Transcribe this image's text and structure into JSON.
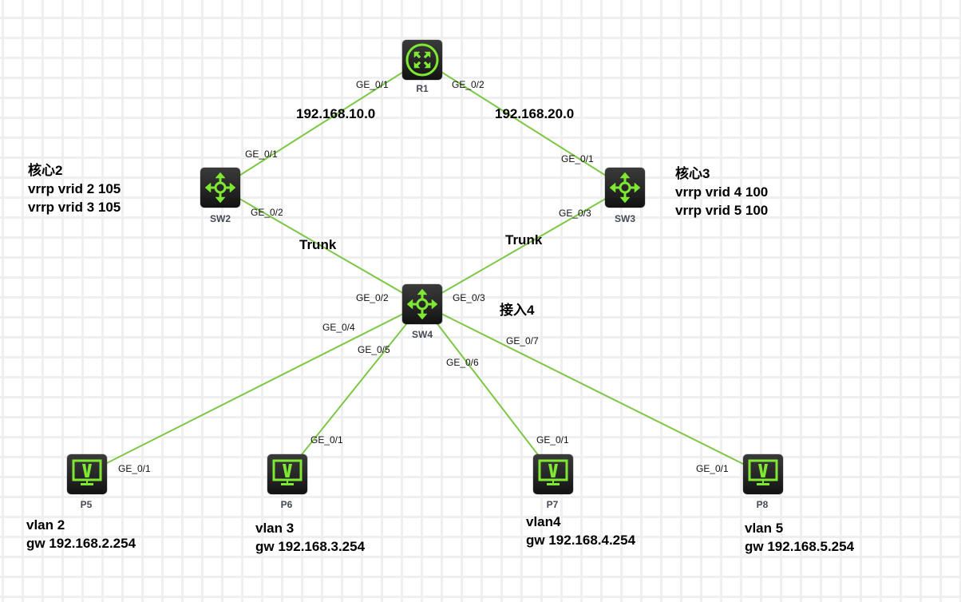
{
  "colors": {
    "link": "#7dc744",
    "icon_green": "#7ee832",
    "device_bg": "#262626",
    "grid": "#efefef"
  },
  "devices": {
    "r1": {
      "label": "R1",
      "type": "router"
    },
    "sw2": {
      "label": "SW2",
      "type": "switch"
    },
    "sw3": {
      "label": "SW3",
      "type": "switch"
    },
    "sw4": {
      "label": "SW4",
      "type": "switch"
    },
    "p5": {
      "label": "P5",
      "type": "pc"
    },
    "p6": {
      "label": "P6",
      "type": "pc"
    },
    "p7": {
      "label": "P7",
      "type": "pc"
    },
    "p8": {
      "label": "P8",
      "type": "pc"
    }
  },
  "ports": {
    "r1_ge01": "GE_0/1",
    "r1_ge02": "GE_0/2",
    "sw2_ge01": "GE_0/1",
    "sw2_ge02": "GE_0/2",
    "sw3_ge01": "GE_0/1",
    "sw3_ge03": "GE_0/3",
    "sw4_ge02": "GE_0/2",
    "sw4_ge03": "GE_0/3",
    "sw4_ge04": "GE_0/4",
    "sw4_ge05": "GE_0/5",
    "sw4_ge06": "GE_0/6",
    "sw4_ge07": "GE_0/7",
    "p5_ge01": "GE_0/1",
    "p6_ge01": "GE_0/1",
    "p7_ge01": "GE_0/1",
    "p8_ge01": "GE_0/1"
  },
  "links": [
    {
      "from": "R1",
      "to": "SW2"
    },
    {
      "from": "R1",
      "to": "SW3"
    },
    {
      "from": "SW2",
      "to": "SW4"
    },
    {
      "from": "SW3",
      "to": "SW4"
    },
    {
      "from": "SW4",
      "to": "P5"
    },
    {
      "from": "SW4",
      "to": "P6"
    },
    {
      "from": "SW4",
      "to": "P7"
    },
    {
      "from": "SW4",
      "to": "P8"
    }
  ],
  "annotations": {
    "net_left": "192.168.10.0",
    "net_right": "192.168.20.0",
    "trunk_left": "Trunk",
    "trunk_right": "Trunk",
    "core2": {
      "title": "核心2",
      "line1": "vrrp vrid 2 105",
      "line2": "vrrp vrid 3 105"
    },
    "core3": {
      "title": "核心3",
      "line1": "vrrp vrid 4 100",
      "line2": "vrrp vrid 5 100"
    },
    "access4": "接入4",
    "p5_note": {
      "vlan": "vlan 2",
      "gw": "gw 192.168.2.254"
    },
    "p6_note": {
      "vlan": "vlan 3",
      "gw": "gw 192.168.3.254"
    },
    "p7_note": {
      "vlan": "vlan4",
      "gw": "gw 192.168.4.254"
    },
    "p8_note": {
      "vlan": "vlan 5",
      "gw": "gw 192.168.5.254"
    }
  }
}
